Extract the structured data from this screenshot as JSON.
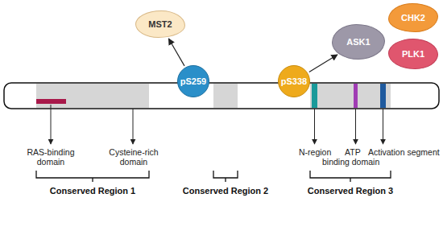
{
  "diagram": {
    "nodes": [
      {
        "text": [
          "CHK2"
        ]
      },
      {
        "text": [
          "MST2"
        ]
      },
      {
        "text": [
          "ASK1"
        ]
      },
      {
        "text": [
          "PLK1"
        ]
      },
      {
        "text": [
          "pS259"
        ]
      },
      {
        "text": [
          "pS338"
        ]
      }
    ],
    "edges": [
      {
        "from": 4,
        "to": 1,
        "arrow": "to"
      },
      {
        "from": 5,
        "to": 2,
        "arrow": "to"
      }
    ],
    "labels": [
      "RAS-binding domain",
      "Cysteine-rich domain",
      "N-region",
      "ATP binding domain",
      "Activation segment",
      "Conserved Region 1",
      "Conserved Region 2",
      "Conserved Region 3"
    ]
  }
}
